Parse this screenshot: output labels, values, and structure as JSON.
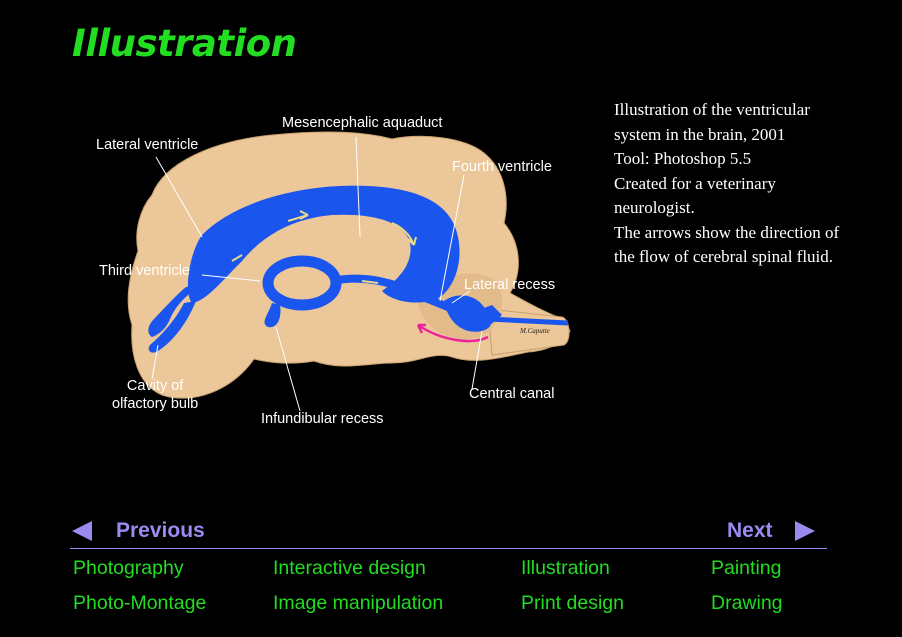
{
  "page": {
    "title": "Illustration"
  },
  "illustration": {
    "labels": {
      "lateral_ventricle": "Lateral ventricle",
      "mesencephalic_aquaduct": "Mesencephalic aquaduct",
      "fourth_ventricle": "Fourth ventricle",
      "third_ventricle": "Third ventricle",
      "lateral_recess": "Lateral recess",
      "cavity_of": "Cavity of",
      "olfactory_bulb": "olfactory bulb",
      "infundibular_recess": "Infundibular recess",
      "central_canal": "Central canal",
      "signature": "M.Caputte"
    },
    "colors": {
      "tissue": "#ecc799",
      "ventricle": "#1a55ee",
      "csf_arrow": "#ee2299",
      "flow_arrow": "#e8d888"
    }
  },
  "description": {
    "lines": [
      "Illustration of the ventricular",
      "system in the brain, 2001",
      "Tool: Photoshop 5.5",
      "Created for a veterinary",
      "neurologist.",
      "The arrows show the direction of",
      "the flow of cerebral spinal fluid."
    ]
  },
  "nav": {
    "previous": "Previous",
    "next": "Next",
    "accent": "#9b8bf0"
  },
  "links": {
    "photography": "Photography",
    "interactive_design": "Interactive design",
    "illustration": "Illustration",
    "painting": "Painting",
    "photo_montage": "Photo-Montage",
    "image_manipulation": "Image manipulation",
    "print_design": "Print design",
    "drawing": "Drawing"
  }
}
